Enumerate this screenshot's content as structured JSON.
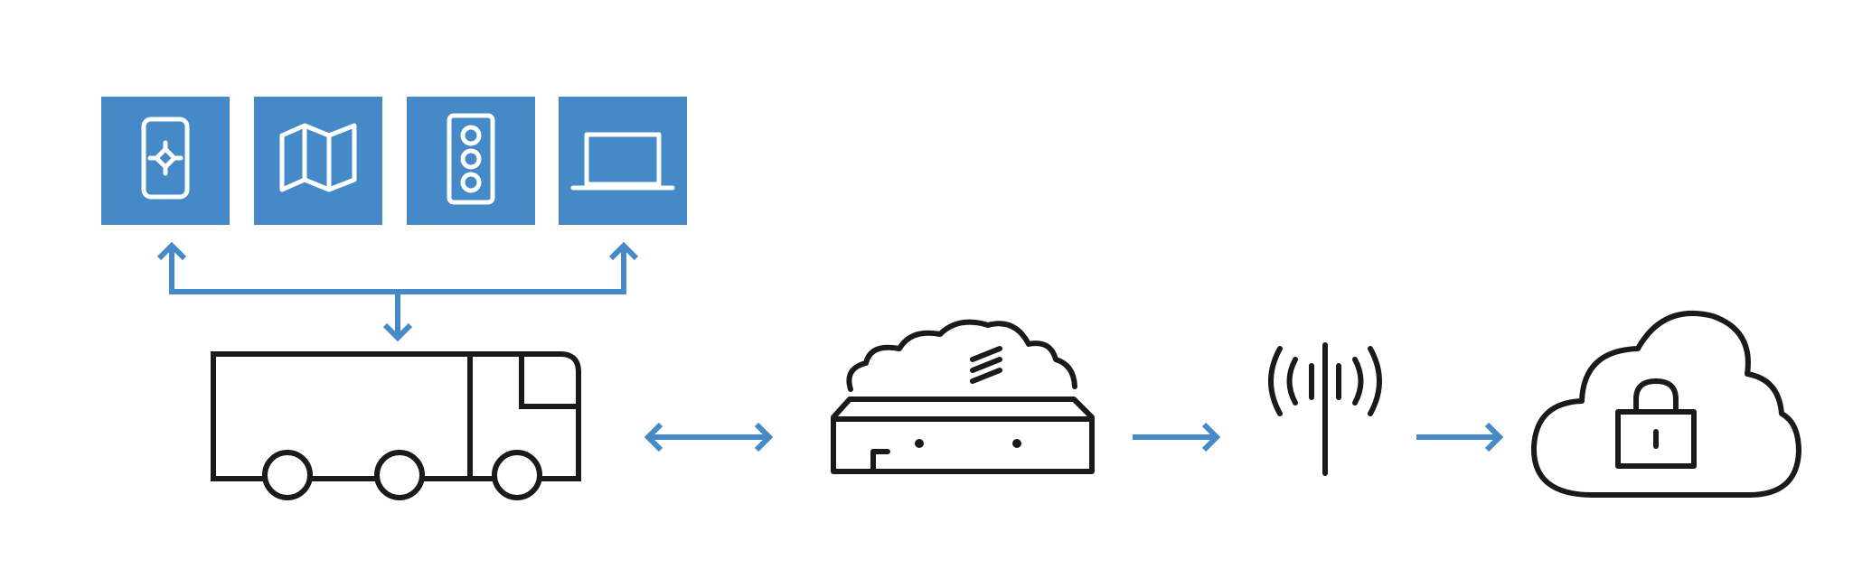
{
  "colors": {
    "accent": "#4589C8",
    "stroke": "#1a1a1a",
    "background": "#ffffff"
  },
  "device_tiles": [
    {
      "icon": "phone-location-icon"
    },
    {
      "icon": "map-icon"
    },
    {
      "icon": "traffic-light-icon"
    },
    {
      "icon": "laptop-icon"
    }
  ],
  "flow": [
    {
      "icon": "truck-icon"
    },
    {
      "icon": "gateway-device-icon"
    },
    {
      "icon": "cell-tower-icon"
    },
    {
      "icon": "secure-cloud-icon"
    }
  ],
  "connectors": [
    {
      "from": "device-tiles",
      "to": "truck",
      "direction": "bidirectional"
    },
    {
      "from": "truck",
      "to": "gateway-device",
      "direction": "bidirectional"
    },
    {
      "from": "gateway-device",
      "to": "cell-tower",
      "direction": "forward"
    },
    {
      "from": "cell-tower",
      "to": "secure-cloud",
      "direction": "forward"
    }
  ]
}
